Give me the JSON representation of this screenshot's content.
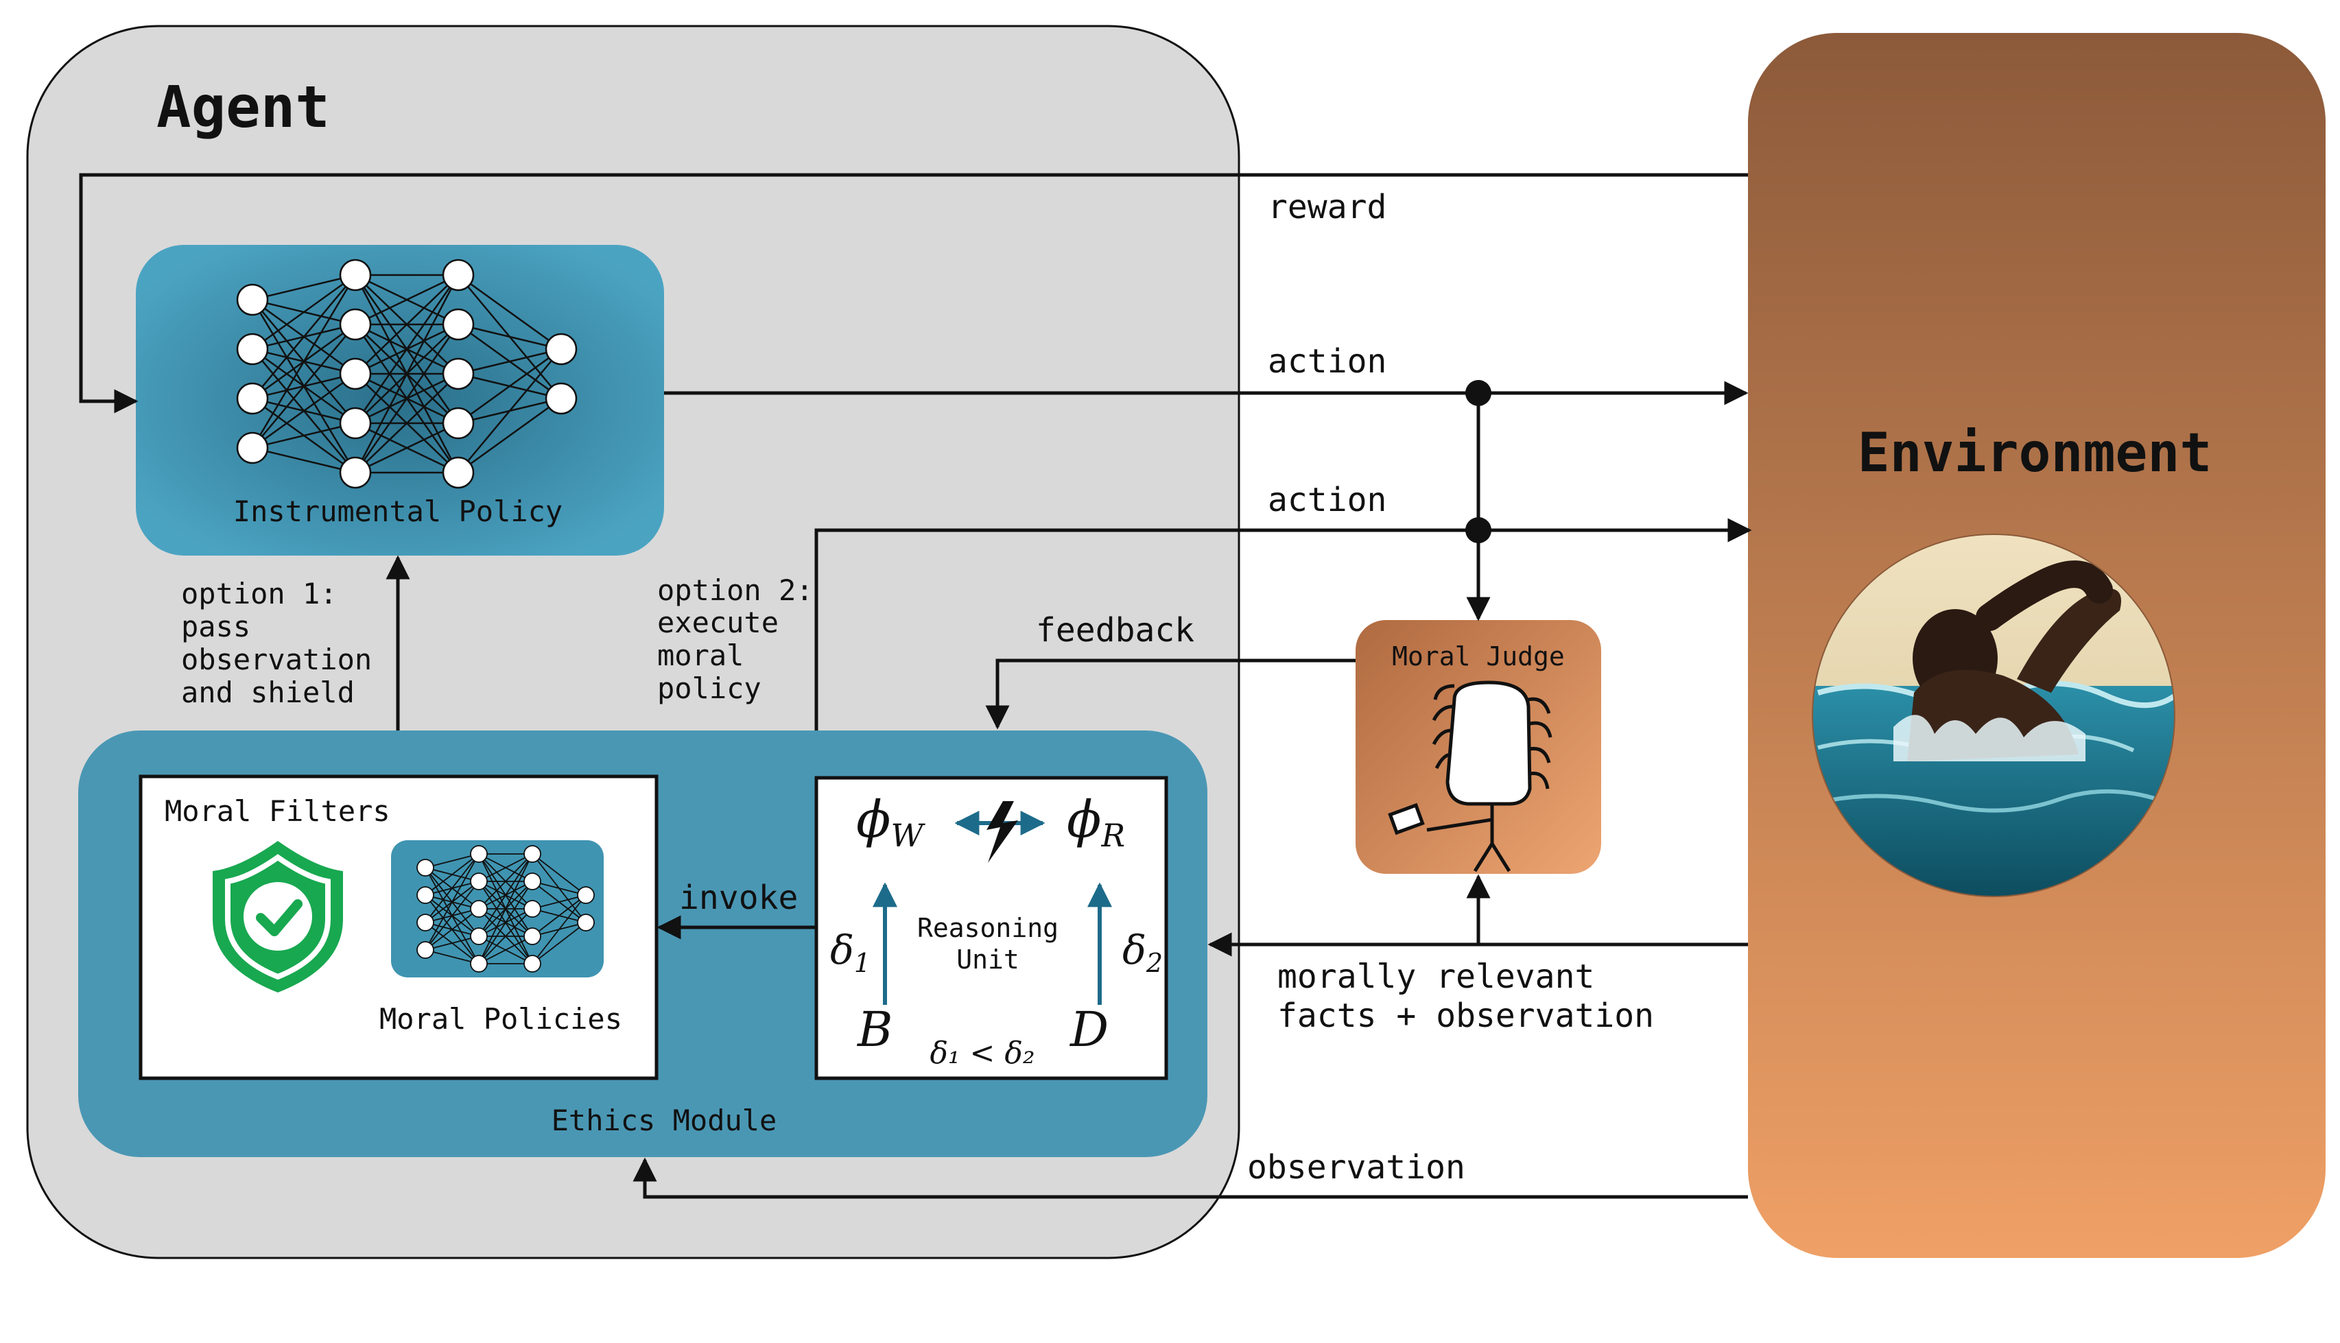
{
  "agent": {
    "title": "Agent"
  },
  "environment": {
    "title": "Environment",
    "illustration_icon": "swimmer-in-water-icon"
  },
  "instrumental_policy": {
    "label": "Instrumental Policy",
    "icon": "neural-network-icon"
  },
  "ethics_module": {
    "label": "Ethics Module",
    "moral_filters_label": "Moral Filters",
    "moral_policies_label": "Moral Policies",
    "shield_icon": "shield-check-icon",
    "reasoning_unit": {
      "label_line1": "Reasoning",
      "label_line2": "Unit",
      "phi_w": "ϕ",
      "phi_w_sub": "W",
      "phi_r": "ϕ",
      "phi_r_sub": "R",
      "delta1": "δ",
      "delta1_sub": "1",
      "delta2": "δ",
      "delta2_sub": "2",
      "b": "B",
      "d": "D",
      "condition": "δ₁ < δ₂",
      "conflict_icon": "lightning-conflict-icon"
    }
  },
  "moral_judge": {
    "label": "Moral Judge",
    "icon": "judge-with-gavel-icon"
  },
  "edges": {
    "reward": "reward",
    "action1": "action",
    "action2": "action",
    "feedback": "feedback",
    "invoke": "invoke",
    "observation": "observation",
    "facts_line1": "morally relevant",
    "facts_line2": "facts + observation",
    "option1_line1": "option 1:",
    "option1_line2": "pass",
    "option1_line3": "observation",
    "option1_line4": "and shield",
    "option2_line1": "option 2:",
    "option2_line2": "execute",
    "option2_line3": "moral",
    "option2_line4": "policy"
  },
  "colors": {
    "agent_bg": "#d9d9d9",
    "ethics_blue": "#4a97b4",
    "policy_blue": "#3f94b1",
    "env_top": "#8c5a3a",
    "env_bottom": "#efa066",
    "judge_top": "#b46c42",
    "judge_bottom": "#e8a06e",
    "shield_green": "#18a850",
    "arrow_teal": "#1d6b8a"
  }
}
